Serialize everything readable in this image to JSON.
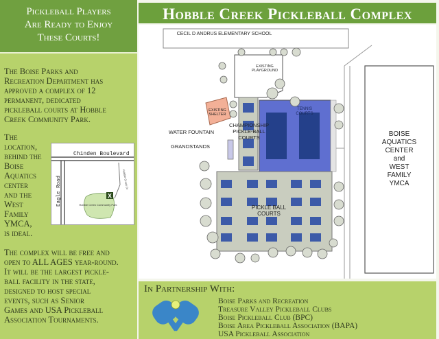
{
  "left_panel": {
    "banner_lines": [
      "Pickleball Players",
      "Are Ready to Enjoy",
      "These Courts!"
    ],
    "paragraph1_lines": [
      "The Boise Parks and",
      "Recreation Department has",
      "approved a complex of 12",
      "permanent, dedicated",
      "pickleball courts at Hobble",
      "Creek Community Park."
    ],
    "paragraph2_lines": [
      "The",
      "location,",
      "behind the",
      "Boise",
      "Aquatics",
      "center",
      "and the",
      "West",
      "Family",
      "YMCA,",
      "is ideal."
    ],
    "paragraph3_lines": [
      "The complex will be free and",
      "open to ALL AGES year-round.",
      "It will be the largest pickle-",
      "ball facility in the state,",
      "designed to host special",
      "events, such as Senior",
      "Games and USA Pickleball",
      "Association Tournaments."
    ],
    "inset_map": {
      "road_top": "Chinden Boulevard",
      "road_left": "Eagle Road",
      "road_diag": "Hobble Creek Dr",
      "marker": "X",
      "park_label": "Hobble Creek Community Park"
    }
  },
  "header": {
    "title": "Hobble Creek Pickleball Complex"
  },
  "site_plan": {
    "school": "CECIL D ANDRUS ELEMENTARY SCHOOL",
    "playground": "EXISTING PLAYGROUND",
    "shelter": "EXISTING SHELTER",
    "championship": "CHAMPIONSHIP PICKLE-BALL COURTS",
    "tennis": "TENNIS COURTS",
    "water_fountain": "WATER FOUNTAIN",
    "grandstands": "GRANDSTANDS",
    "pickleball_courts": "PICKLE BALL COURTS",
    "ymca_lines": [
      "BOISE",
      "AQUATICS",
      "CENTER",
      "and",
      "WEST",
      "FAMILY",
      "YMCA"
    ]
  },
  "partnership": {
    "title": "In Partnership With:",
    "partners": [
      "Boise Parks and Recreation",
      "Treasure Valley Pickleball Clubs",
      "Boise Pickleball Club (BPC)",
      "Boise Area Pickleball Association (BAPA)",
      "USA Pickleball Association"
    ],
    "logo": "crossed-paddles-icon"
  },
  "colors": {
    "banner_green": "#70a040",
    "panel_green": "#b7d26b",
    "court_blue": "#3c5aa8",
    "tennis_purple": "#5f6fd0",
    "court_surround": "#c9cdbf"
  }
}
